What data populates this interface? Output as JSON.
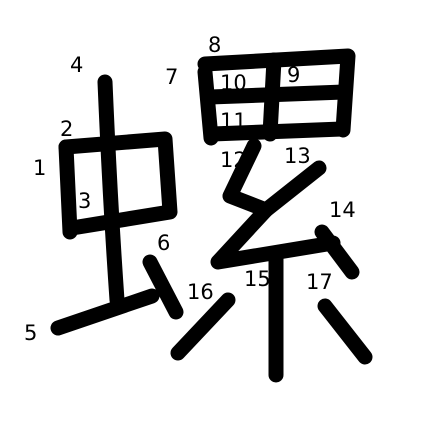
{
  "character": "螺",
  "colors": {
    "ink": "#000000",
    "background": "#ffffff"
  },
  "stroke_numbers": [
    "1",
    "2",
    "3",
    "4",
    "5",
    "6",
    "7",
    "8",
    "9",
    "10",
    "11",
    "12",
    "13",
    "14",
    "15",
    "16",
    "17"
  ]
}
